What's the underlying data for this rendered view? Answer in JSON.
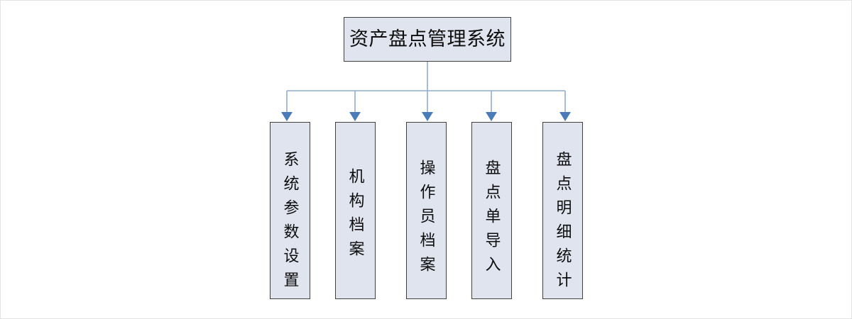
{
  "diagram": {
    "type": "org-tree",
    "title": "资产盘点管理系统",
    "root": {
      "label": "资产盘点管理系统",
      "orientation": "horizontal"
    },
    "children": [
      {
        "label": "系统参数设置",
        "chars": 6,
        "orientation": "vertical"
      },
      {
        "label": "机构档案",
        "chars": 4,
        "orientation": "vertical"
      },
      {
        "label": "操作员档案",
        "chars": 5,
        "orientation": "vertical"
      },
      {
        "label": "盘点单导入",
        "chars": 5,
        "orientation": "vertical"
      },
      {
        "label": "盘点明细统计",
        "chars": 6,
        "orientation": "vertical"
      }
    ],
    "colors": {
      "box_fill": "#dfe4ef",
      "box_border": "#41413f",
      "connector": "#8fabd4",
      "arrow": "#4a7cba",
      "canvas_background": "#ffffff",
      "canvas_border": "#e3e3e3",
      "text": "#0d0d0d"
    }
  }
}
